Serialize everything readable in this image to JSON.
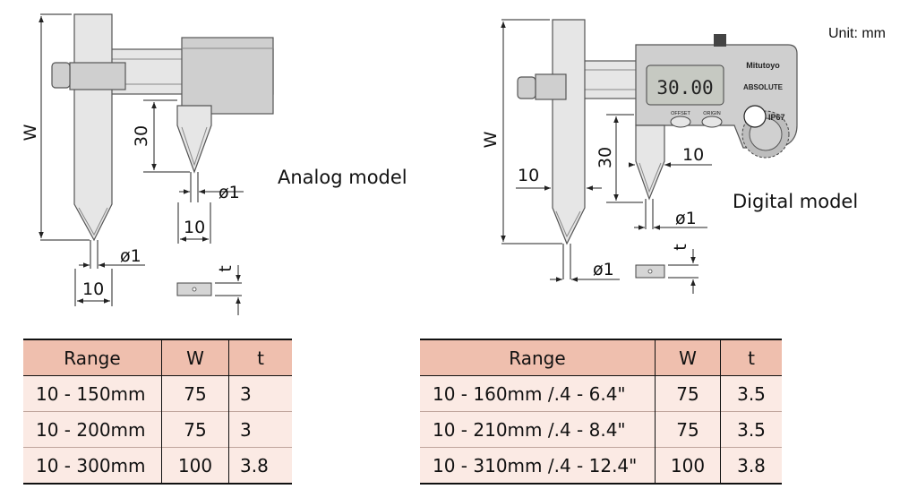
{
  "unit_note": "Unit: mm",
  "analog": {
    "caption": "Analog model",
    "dims": {
      "w": "W",
      "height_30": "30",
      "tip_dia_1": "ø1",
      "tip_dia_2": "ø1",
      "width_1": "10",
      "width_2": "10",
      "thickness": "t"
    }
  },
  "digital": {
    "caption": "Digital model",
    "display_reading": "30.00",
    "brand": "Mitutoyo",
    "absolute": "ABSOLUTE",
    "ip_rating": "IP67",
    "btn_1": "OFFSET",
    "btn_2": "ORIGIN",
    "dims": {
      "w": "W",
      "height_30": "30",
      "tip_dia_1": "ø1",
      "tip_dia_2": "ø1",
      "width_1": "10",
      "width_2": "10",
      "thickness": "t"
    }
  },
  "table_analog": {
    "headers": [
      "Range",
      "W",
      "t"
    ],
    "rows": [
      [
        "10 - 150mm",
        "75",
        "3"
      ],
      [
        "10 - 200mm",
        "75",
        "3"
      ],
      [
        "10 - 300mm",
        "100",
        "3.8"
      ]
    ]
  },
  "table_digital": {
    "headers": [
      "Range",
      "W",
      "t"
    ],
    "rows": [
      [
        "10 - 160mm /.4 - 6.4\"",
        "75",
        "3.5"
      ],
      [
        "10 - 210mm /.4 - 8.4\"",
        "75",
        "3.5"
      ],
      [
        "10 - 310mm /.4 - 12.4\"",
        "100",
        "3.8"
      ]
    ]
  },
  "colors": {
    "header_fill": "#efbfae",
    "row_fill": "#fbeae4"
  }
}
